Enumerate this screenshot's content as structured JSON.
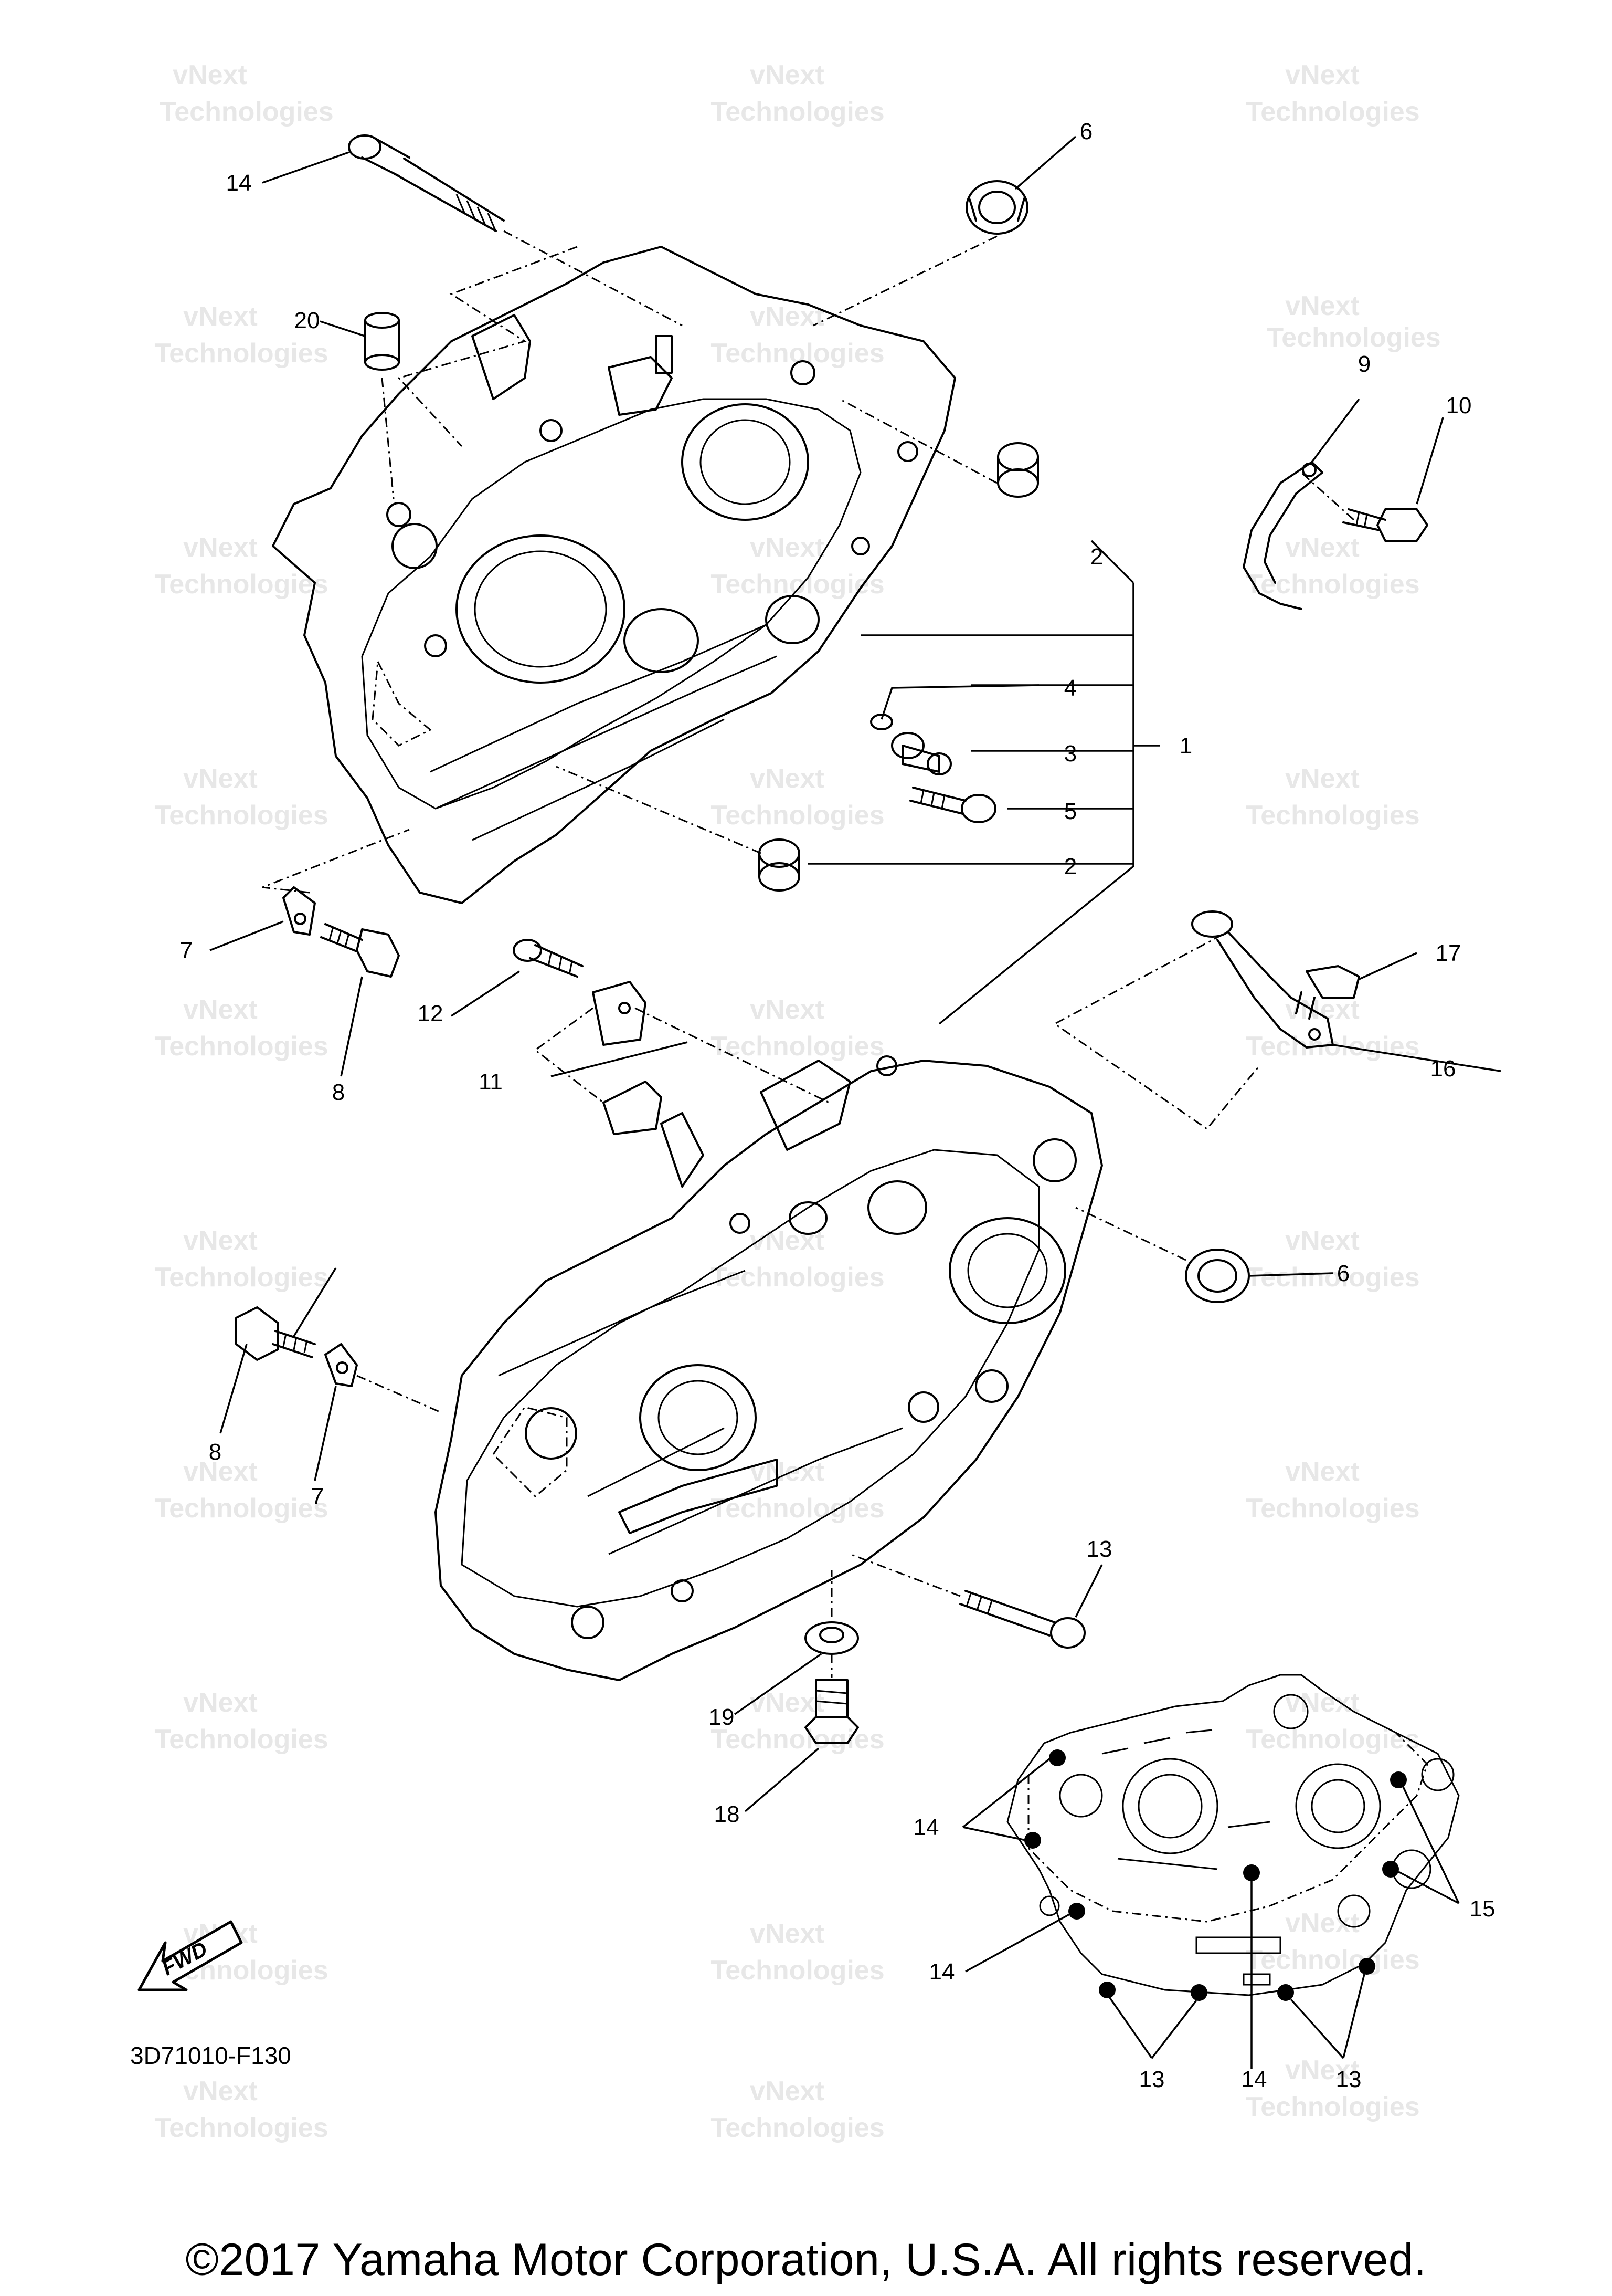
{
  "figure_code": "3D71010-F130",
  "copyright": "©2017 Yamaha Motor Corporation, U.S.A. All rights reserved.",
  "fwd_label": "FWD",
  "watermark": {
    "line1": "vNext",
    "line2": "Technologies"
  },
  "callouts": {
    "c14_top": "14",
    "c6_top": "6",
    "c20": "20",
    "c9": "9",
    "c10": "10",
    "c2_upper": "2",
    "c4": "4",
    "c3": "3",
    "c1": "1",
    "c5": "5",
    "c2_lower": "2",
    "c7_left": "7",
    "c8_left": "8",
    "c12": "12",
    "c11": "11",
    "c17": "17",
    "c16": "16",
    "c6_mid": "6",
    "c8_low": "8",
    "c7_low": "7",
    "c13_bolt": "13",
    "c19": "19",
    "c18": "18",
    "c14_inset_a": "14",
    "c14_inset_b": "14",
    "c15": "15",
    "c13_inset_a": "13",
    "c14_inset_c": "14",
    "c13_inset_b": "13"
  }
}
